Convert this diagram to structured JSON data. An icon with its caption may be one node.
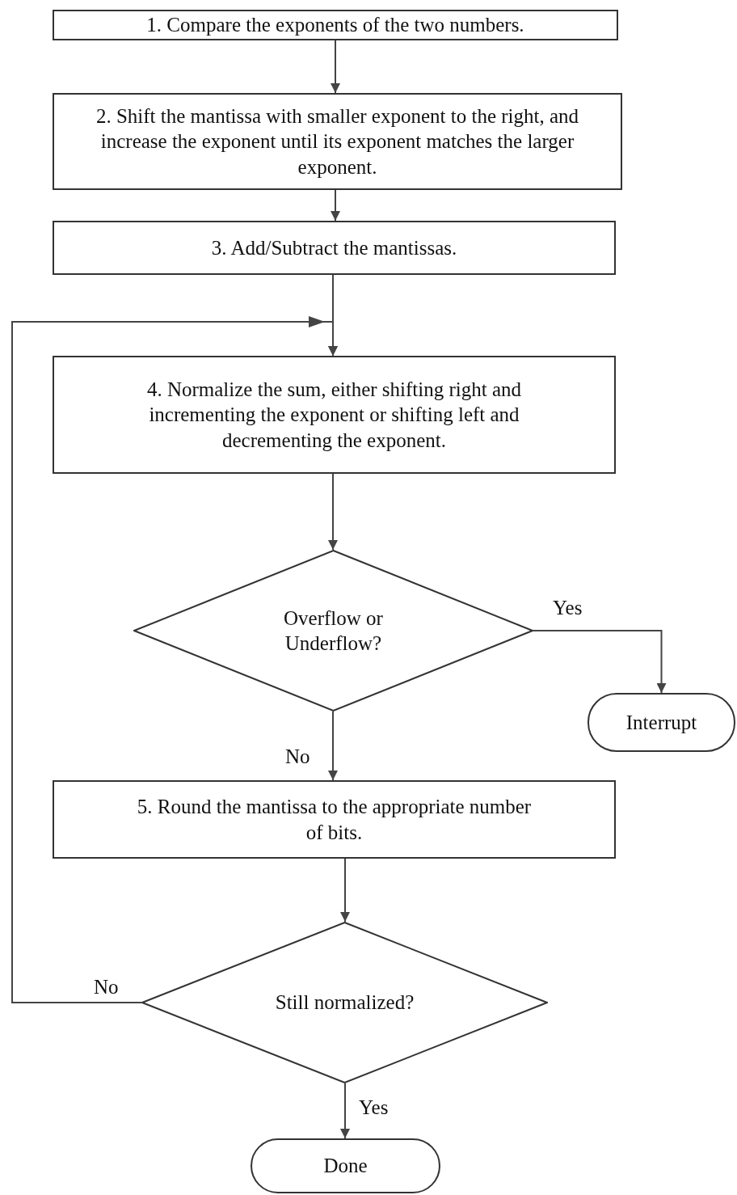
{
  "diagram": {
    "nodes": [
      {
        "text": [
          "1. Compare the exponents of the two numbers."
        ]
      },
      {
        "text": [
          "2. Shift the mantissa with smaller exponent to the right, and increase the exponent until its exponent matches the larger exponent."
        ]
      },
      {
        "text": [
          "3. Add/Subtract the mantissas."
        ]
      },
      {
        "text": [
          "4. Normalize the sum, either shifting right and incrementing the exponent or shifting left and decrementing the exponent."
        ]
      },
      {
        "text": [
          "Overflow or Underflow?"
        ]
      },
      {
        "text": [
          "Interrupt"
        ]
      },
      {
        "text": [
          "5. Round the mantissa to the appropriate number of bits."
        ]
      },
      {
        "text": [
          "Still normalized?"
        ]
      },
      {
        "text": [
          "Done"
        ]
      }
    ],
    "edges": [
      {
        "from": 0,
        "to": 1,
        "arrow": "to"
      },
      {
        "from": 1,
        "to": 2,
        "arrow": "to"
      },
      {
        "from": 2,
        "to": 3,
        "arrow": "to"
      },
      {
        "from": 4,
        "to": 5,
        "arrow": "to",
        "label": "Yes"
      },
      {
        "from": 3,
        "to": 4,
        "arrow": "to"
      },
      {
        "from": 4,
        "to": 6,
        "arrow": "to",
        "label": "No"
      },
      {
        "from": 6,
        "to": 7,
        "arrow": "to"
      },
      {
        "from": 7,
        "to": 3,
        "arrow": "to",
        "label": "No"
      },
      {
        "from": 7,
        "to": 8,
        "arrow": "to",
        "label": "Yes"
      }
    ]
  }
}
